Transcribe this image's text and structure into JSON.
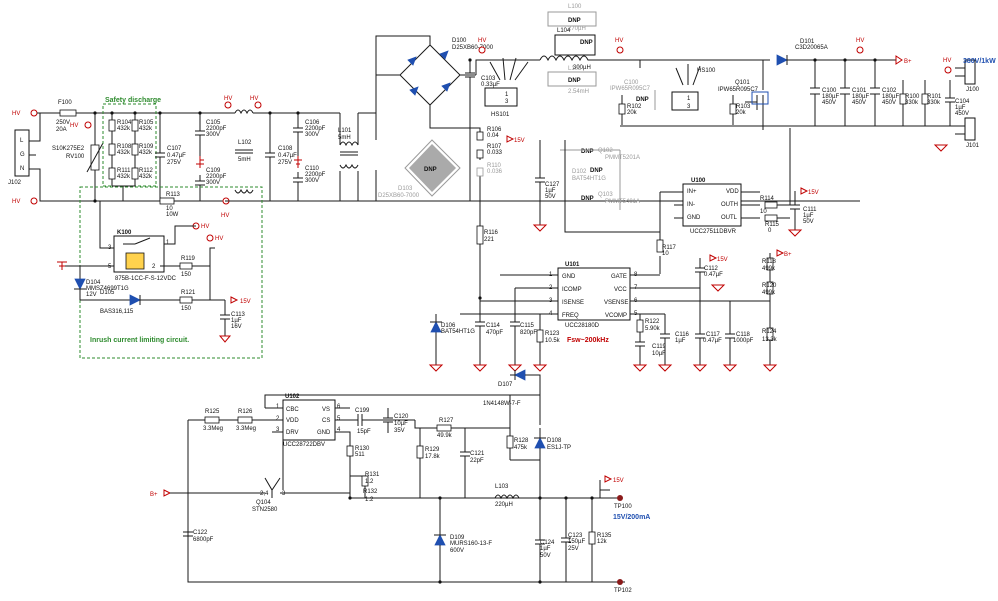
{
  "title_labels": {
    "safety_discharge": "Safety discharge",
    "inrush": "Inrush current limiting circuit.",
    "fsw": "Fsw~200kHz",
    "output_main": "380V/1kW",
    "output_aux": "15V/200mA"
  },
  "net_labels": {
    "hv": "HV",
    "bplus": "B+",
    "v15": "15V"
  },
  "connectors": {
    "j102": "J102",
    "j102_pins": [
      "L",
      "G",
      "N"
    ],
    "j100": "J100",
    "j101": "J101",
    "tp100": "TP100",
    "tp102": "TP102"
  },
  "components": {
    "f100": {
      "ref": "F100",
      "v1": "250V",
      "v2": "20A"
    },
    "rv100": {
      "ref": "RV100",
      "part": "S10K275E2"
    },
    "r104": {
      "ref": "R104",
      "val": "432k"
    },
    "r105": {
      "ref": "R105",
      "val": "432k"
    },
    "r108": {
      "ref": "R108",
      "val": "432k"
    },
    "r109": {
      "ref": "R109",
      "val": "432k"
    },
    "r111": {
      "ref": "R111",
      "val": "432k"
    },
    "r112": {
      "ref": "R112",
      "val": "432k"
    },
    "c107": {
      "ref": "C107",
      "val": "0.47µF",
      "v": "275V"
    },
    "r113": {
      "ref": "R113",
      "val": "10",
      "p": "10W"
    },
    "c105": {
      "ref": "C105",
      "val": "2200pF",
      "v": "300V"
    },
    "c109": {
      "ref": "C109",
      "val": "2200pF",
      "v": "300V"
    },
    "l102": {
      "ref": "L102",
      "val": "5mH"
    },
    "c108": {
      "ref": "C108",
      "val": "0.47µF",
      "v": "275V"
    },
    "c106": {
      "ref": "C106",
      "val": "2200pF",
      "v": "300V"
    },
    "c110": {
      "ref": "C110",
      "val": "2200pF",
      "v": "300V"
    },
    "l101": {
      "ref": "L101",
      "val": "5mH"
    },
    "k100": {
      "ref": "K100",
      "part": "875B-1CC-F-S-12VDC"
    },
    "d104": {
      "ref": "D104",
      "part": "MMSZ4699T1G",
      "v": "12V"
    },
    "d105": {
      "ref": "D105",
      "part": "BAS316,115"
    },
    "r119": {
      "ref": "R119",
      "val": "150"
    },
    "r121": {
      "ref": "R121",
      "val": "150"
    },
    "c113": {
      "ref": "C113",
      "val": "1µF",
      "v": "16V"
    },
    "d100": {
      "ref": "D100",
      "part": "D25XB60-7000"
    },
    "d103": {
      "ref": "D103",
      "part": "D25XB60-7000"
    },
    "c103": {
      "ref": "C103",
      "val": "0.33µF"
    },
    "hs101": {
      "ref": "HS101"
    },
    "l100": {
      "ref": "L100",
      "val": "270µH"
    },
    "l104": {
      "ref": "L104",
      "val": "300µH"
    },
    "l105": {
      "ref": "L105",
      "val": "2.54mH"
    },
    "c100x": {
      "ref": "C100",
      "part": "IPW65R095C7"
    },
    "hs100": {
      "ref": "HS100"
    },
    "q101": {
      "ref": "Q101",
      "part": "IPW65R095C7"
    },
    "d101": {
      "ref": "D101",
      "part": "C3D20065A"
    },
    "r102": {
      "ref": "R102",
      "val": "20k"
    },
    "r103": {
      "ref": "R103",
      "val": "20k"
    },
    "c100": {
      "ref": "C100",
      "val": "180µF",
      "v": "450V"
    },
    "c101": {
      "ref": "C101",
      "val": "180µF",
      "v": "450V"
    },
    "c102": {
      "ref": "C102",
      "val": "180µF",
      "v": "450V"
    },
    "r100": {
      "ref": "R100",
      "val": "330k"
    },
    "r101": {
      "ref": "R101",
      "val": "330k"
    },
    "c104": {
      "ref": "C104",
      "val": "1µF",
      "v": "450V"
    },
    "r106": {
      "ref": "R106",
      "val": "0.04"
    },
    "r107": {
      "ref": "R107",
      "val": "0.033"
    },
    "r110": {
      "ref": "R110",
      "val": "0.036"
    },
    "q102": {
      "ref": "Q102",
      "part": "PMMT5201A"
    },
    "q103": {
      "ref": "Q103",
      "part": "PMMT5401A"
    },
    "d102": {
      "ref": "D102",
      "part": "BAT54HT1G"
    },
    "c127": {
      "ref": "C127",
      "val": "1µF",
      "v": "50V"
    },
    "u100": {
      "ref": "U100",
      "part": "UCC27511DBVR",
      "pins": [
        "IN+",
        "IN-",
        "GND",
        "VDD",
        "OUTH",
        "OUTL"
      ]
    },
    "r114": {
      "ref": "R114",
      "val": "10"
    },
    "r115": {
      "ref": "R115",
      "val": "0"
    },
    "c111": {
      "ref": "C111",
      "val": "1µF",
      "v": "50V"
    },
    "r116": {
      "ref": "R116",
      "val": "221"
    },
    "r117": {
      "ref": "R117",
      "val": "10"
    },
    "u101": {
      "ref": "U101",
      "part": "UCC28180D",
      "pins": [
        "GND",
        "ICOMP",
        "ISENSE",
        "FREQ",
        "GATE",
        "VCC",
        "VSENSE",
        "VCOMP"
      ]
    },
    "c112": {
      "ref": "C112",
      "val": "0.47µF"
    },
    "r118": {
      "ref": "R118",
      "val": "499k"
    },
    "r120": {
      "ref": "R120",
      "val": "499k"
    },
    "d106": {
      "ref": "D106",
      "part": "BAT54HT1G"
    },
    "c114": {
      "ref": "C114",
      "val": "470pF"
    },
    "c115": {
      "ref": "C115",
      "val": "820pF"
    },
    "r123": {
      "ref": "R123",
      "val": "10.5k"
    },
    "r122": {
      "ref": "R122",
      "val": "5.90k"
    },
    "c119": {
      "ref": "C119",
      "val": "10µF"
    },
    "c116": {
      "ref": "C116",
      "val": "1µF"
    },
    "c117": {
      "ref": "C117",
      "val": "0.47µF"
    },
    "c118": {
      "ref": "C118",
      "val": "1000pF"
    },
    "r124": {
      "ref": "R124",
      "val": "13.3k"
    },
    "u102": {
      "ref": "U102",
      "part": "UCC28722DBV",
      "pins": [
        "CBC",
        "VDD",
        "DRV",
        "VS",
        "CS",
        "GND"
      ]
    },
    "r125": {
      "ref": "R125",
      "val": "3.3Meg"
    },
    "r126": {
      "ref": "R126",
      "val": "3.3Meg"
    },
    "c199": {
      "ref": "C199",
      "val": "15pF"
    },
    "c120": {
      "ref": "C120",
      "val": "10µF",
      "v": "35V"
    },
    "r127": {
      "ref": "R127",
      "val": "49.9k"
    },
    "d107": {
      "ref": "D107",
      "part": "1N4148W-7-F"
    },
    "r128": {
      "ref": "R128",
      "val": "475k"
    },
    "d108": {
      "ref": "D108",
      "part": "ES1J-TP"
    },
    "r130": {
      "ref": "R130",
      "val": "511"
    },
    "r129": {
      "ref": "R129",
      "val": "17.8k"
    },
    "c121": {
      "ref": "C121",
      "val": "22pF"
    },
    "r131": {
      "ref": "R131",
      "val": "1.2"
    },
    "r132": {
      "ref": "R132",
      "val": "1.2"
    },
    "q104": {
      "ref": "Q104",
      "part": "STN2580"
    },
    "l103": {
      "ref": "L103",
      "val": "220µH"
    },
    "d109": {
      "ref": "D109",
      "part": "MURS160-13-F",
      "v": "600V"
    },
    "c122": {
      "ref": "C122",
      "val": "6800pF"
    },
    "c124": {
      "ref": "C124",
      "val": "1µF",
      "v": "50V"
    },
    "c123": {
      "ref": "C123",
      "val": "150µF",
      "v": "25V"
    },
    "r135": {
      "ref": "R135",
      "val": "12k"
    }
  },
  "dnp": "DNP",
  "colors": {
    "wire": "#1a1a1a",
    "net_red": "#c00000",
    "green": "#2e8b2e",
    "blue": "#1f4fb0",
    "relay": "#ffd24d"
  }
}
